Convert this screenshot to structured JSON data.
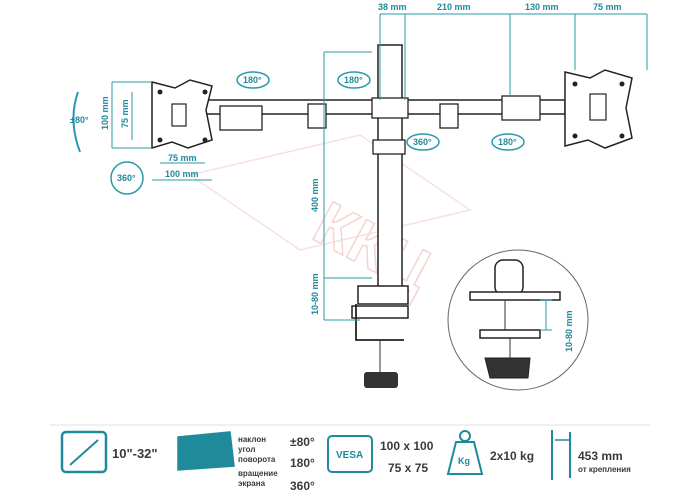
{
  "watermark": "ККЦ",
  "dims": {
    "top_38": "38 mm",
    "top_210": "210 mm",
    "top_130": "130 mm",
    "top_75": "75 mm",
    "tilt": "±80°",
    "vesa_h": "100 mm",
    "vesa_h_inner": "75 mm",
    "vesa_w_inner": "75 mm",
    "vesa_w": "100 mm",
    "pole_400": "400 mm",
    "desk_10_80": "10-80 mm",
    "detail_10_80": "10-80 mm"
  },
  "rotations": {
    "r1": "180°",
    "r2": "180°",
    "r3": "360°",
    "r4": "180°",
    "r5": "360°"
  },
  "specs": {
    "screen_size": "10\"-32\"",
    "motion_labels": [
      "наклон",
      "угол",
      "поворота",
      "вращение",
      "экрана"
    ],
    "angles": [
      "±80°",
      "180°",
      "360°"
    ],
    "vesa_badge": "VESA",
    "vesa_values": [
      "100 x 100",
      "75 x 75"
    ],
    "weight_badge": "Kg",
    "load": "2x10 kg",
    "reach": "453 mm",
    "reach_note": "от крепления"
  },
  "colors": {
    "accent": "#1f8a9a",
    "dim_line": "#2a9aaa",
    "watermark": "#f2c8c8"
  }
}
